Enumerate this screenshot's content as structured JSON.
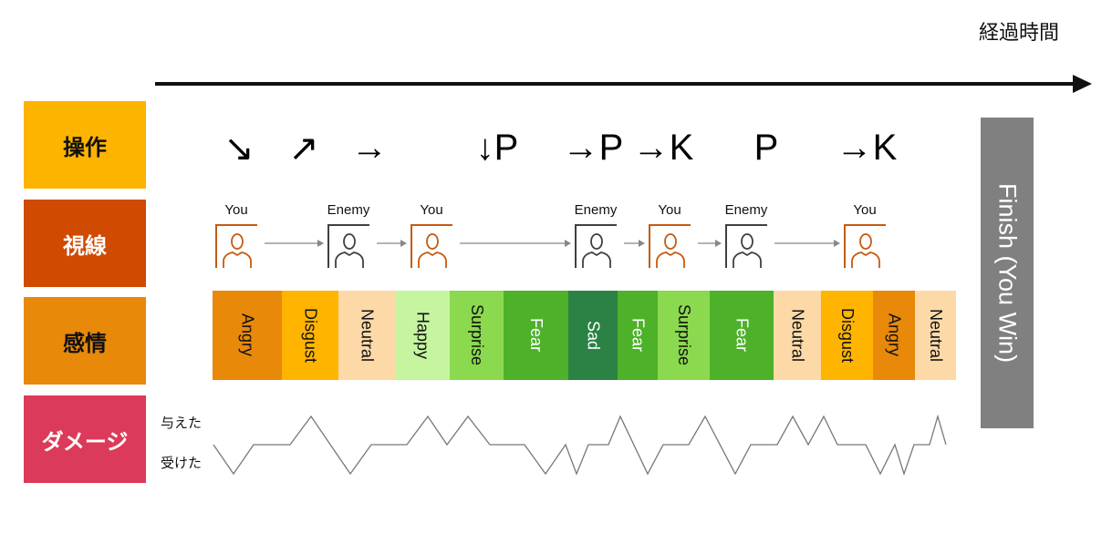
{
  "header": {
    "title": "経過時間"
  },
  "rows": [
    {
      "label": "操作",
      "color": "#FDB400",
      "text_color": "#111111"
    },
    {
      "label": "視線",
      "color": "#D04A02",
      "text_color": "#FFFFFF"
    },
    {
      "label": "感情",
      "color": "#E8890A",
      "text_color": "#111111"
    },
    {
      "label": "ダメージ",
      "color": "#DC3A5A",
      "text_color": "#FFFFFF"
    }
  ],
  "inputs": [
    "↘",
    "↗",
    "→",
    "↓P",
    "→P",
    "→K",
    "P",
    "→K"
  ],
  "gaze": [
    "You",
    "Enemy",
    "You",
    "Enemy",
    "You",
    "Enemy",
    "You"
  ],
  "gaze_colors": {
    "You": "#C55A11",
    "Enemy": "#404040"
  },
  "emotions": [
    "Angry",
    "Disgust",
    "Neutral",
    "Happy",
    "Surprise",
    "Fear",
    "Sad",
    "Fear",
    "Surprise",
    "Fear",
    "Neutral",
    "Disgust",
    "Angry",
    "Neutral"
  ],
  "emotion_colors": {
    "Angry": "#E8890A",
    "Disgust": "#FFB400",
    "Neutral": "#FDD9A8",
    "Happy": "#C6F5A0",
    "Surprise": "#8BD94F",
    "Fear": "#4DB22A",
    "Sad": "#2A8344"
  },
  "damage": {
    "given_label": "与えた",
    "received_label": "受けた",
    "values": [
      0,
      -1,
      0,
      0,
      1,
      -1,
      0,
      0,
      1,
      0,
      1,
      0,
      0,
      -1,
      0,
      -1,
      0,
      0,
      1,
      -1,
      0,
      0,
      1,
      -1,
      0,
      0,
      1,
      0,
      1,
      0,
      0,
      -1,
      0,
      -1,
      0,
      0,
      1,
      0
    ]
  },
  "finish": {
    "label": "Finish (You Win)"
  }
}
